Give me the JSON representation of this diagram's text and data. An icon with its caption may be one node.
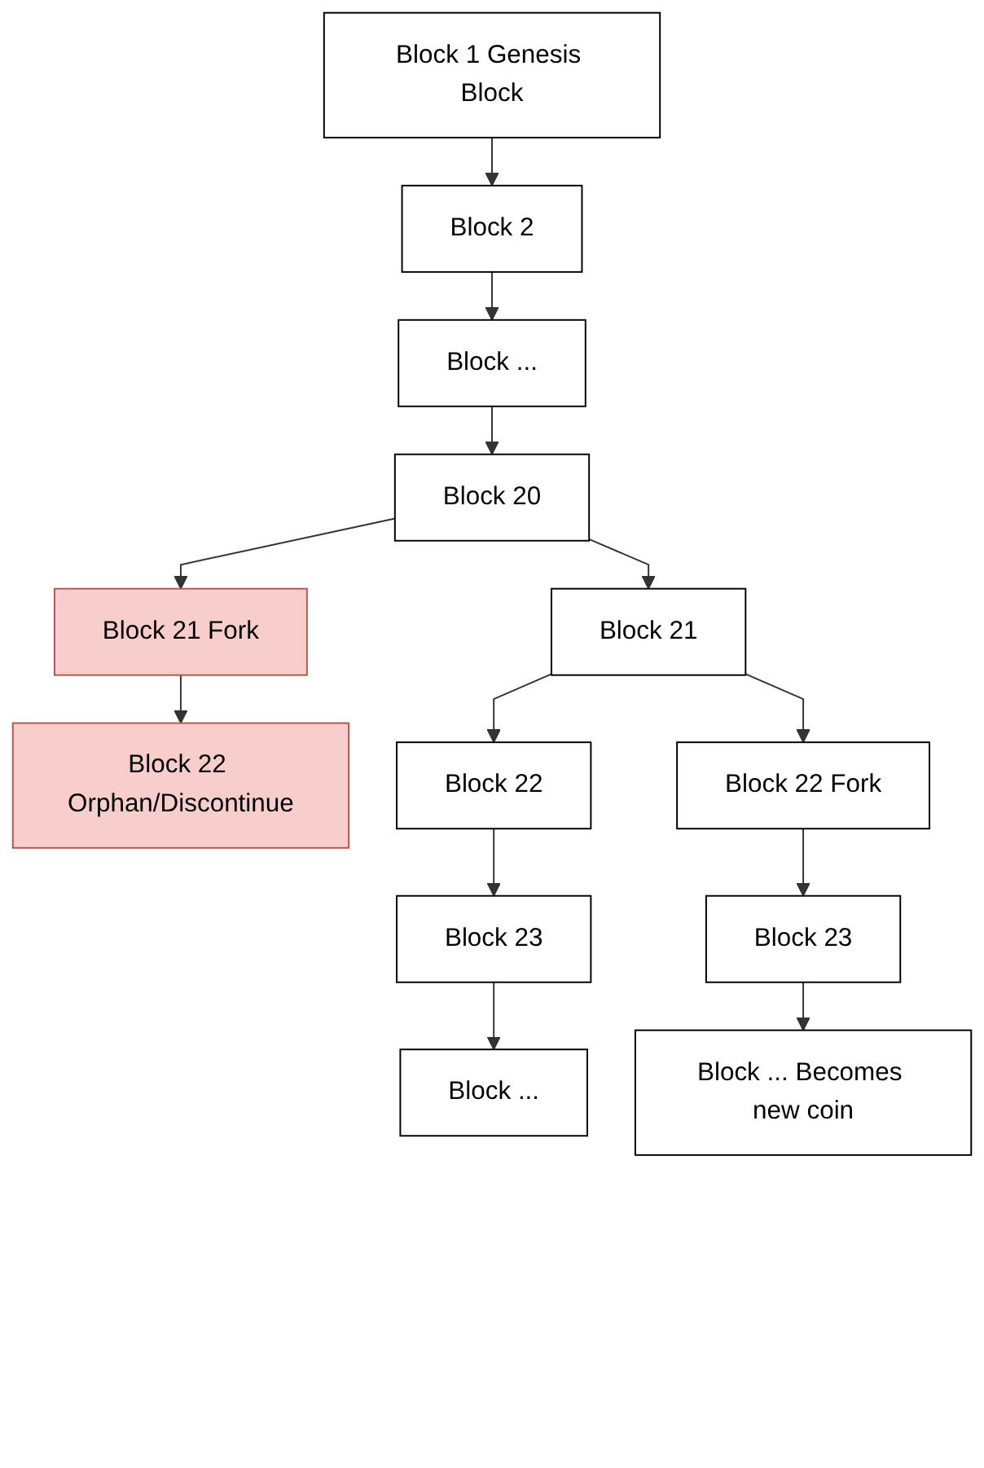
{
  "diagram": {
    "nodes": [
      {
        "text": [
          "Block 1 Genesis Block"
        ]
      },
      {
        "text": [
          "Block 2"
        ]
      },
      {
        "text": [
          "Block ..."
        ]
      },
      {
        "text": [
          "Block 20"
        ]
      },
      {
        "text": [
          "Block 21 Fork"
        ]
      },
      {
        "text": [
          "Block 21"
        ]
      },
      {
        "text": [
          "Block 22 Orphan/Discontinue"
        ]
      },
      {
        "text": [
          "Block 22"
        ]
      },
      {
        "text": [
          "Block 22 Fork"
        ]
      },
      {
        "text": [
          "Block 23"
        ]
      },
      {
        "text": [
          "Block 23"
        ]
      },
      {
        "text": [
          "Block ..."
        ]
      },
      {
        "text": [
          "Block ... Becomes new coin"
        ]
      }
    ],
    "edges": [
      {
        "from": 0,
        "to": 1,
        "arrow": "to"
      },
      {
        "from": 1,
        "to": 2,
        "arrow": "to"
      },
      {
        "from": 2,
        "to": 3,
        "arrow": "to"
      },
      {
        "from": 3,
        "to": 4,
        "arrow": "to"
      },
      {
        "from": 3,
        "to": 5,
        "arrow": "to"
      },
      {
        "from": 4,
        "to": 6,
        "arrow": "to"
      },
      {
        "from": 5,
        "to": 7,
        "arrow": "to"
      },
      {
        "from": 5,
        "to": 8,
        "arrow": "to"
      },
      {
        "from": 7,
        "to": 9,
        "arrow": "to"
      },
      {
        "from": 8,
        "to": 10,
        "arrow": "to"
      },
      {
        "from": 9,
        "to": 11,
        "arrow": "to"
      },
      {
        "from": 10,
        "to": 12,
        "arrow": "to"
      }
    ]
  }
}
